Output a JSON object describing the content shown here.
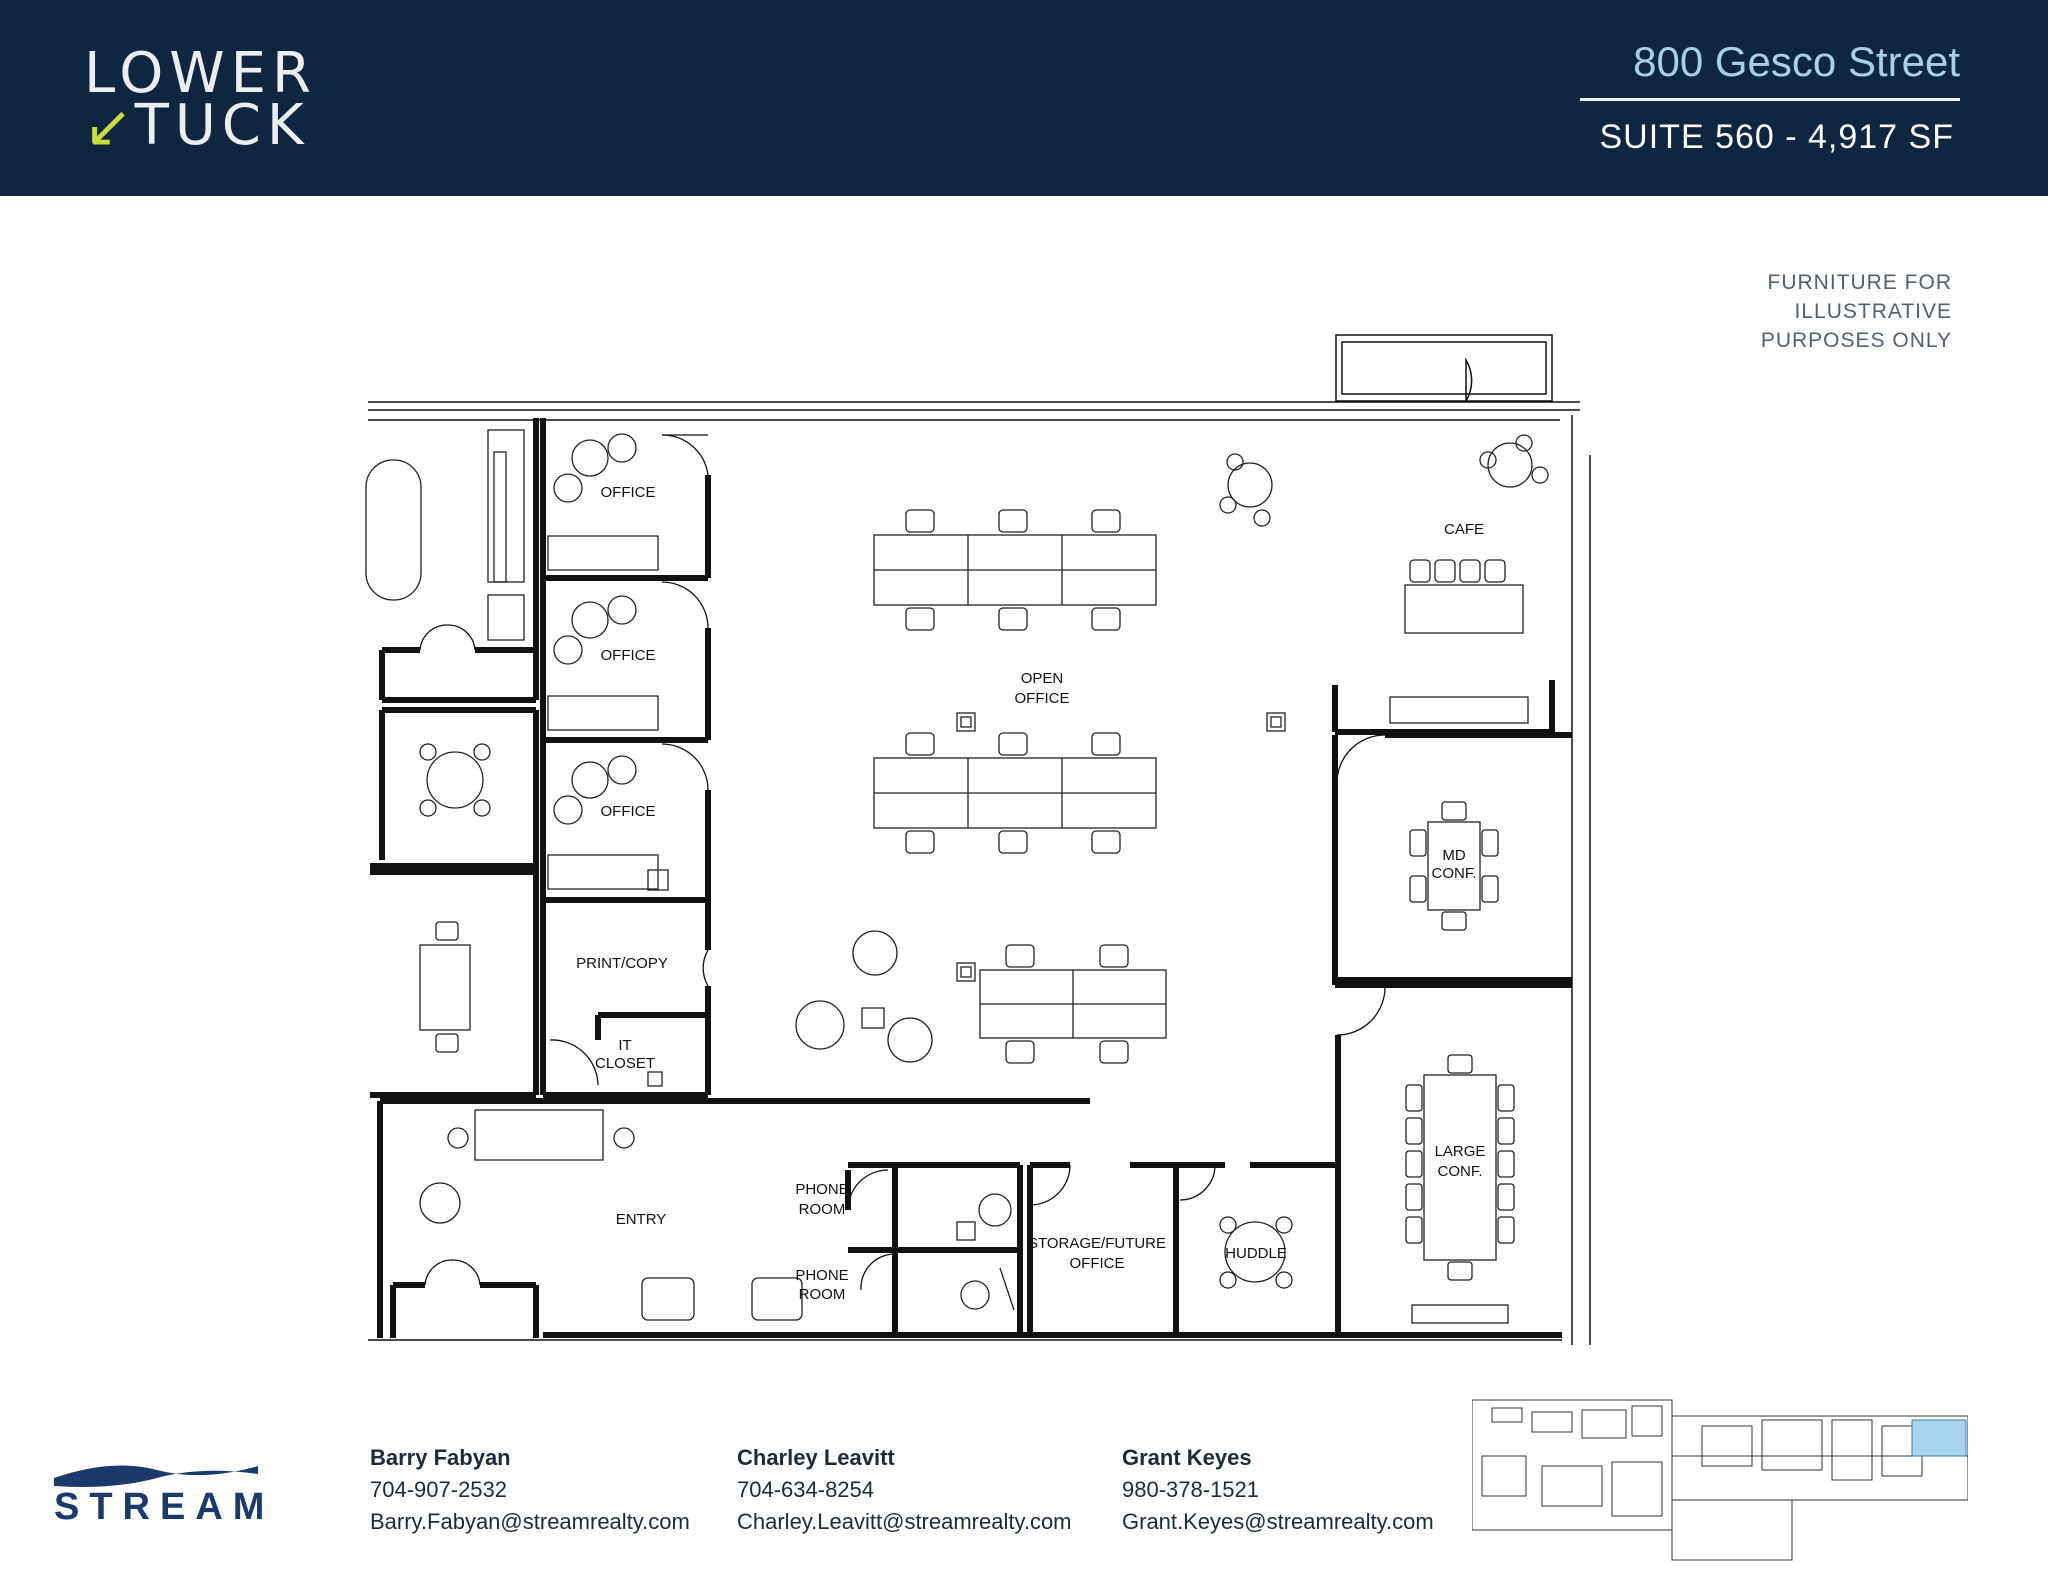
{
  "header": {
    "logo_line1": "LOWER",
    "logo_line2": "TUCK",
    "address": "800 Gesco Street",
    "suite": "SUITE 560 - 4,917 SF",
    "background_color": "#0e2640",
    "accent_color": "#c9dd3c"
  },
  "disclaimer": [
    "FURNITURE FOR",
    "ILLUSTRATIVE",
    "PURPOSES ONLY"
  ],
  "rooms": {
    "office_1": "OFFICE",
    "office_2": "OFFICE",
    "office_3": "OFFICE",
    "open_office": [
      "OPEN",
      "OFFICE"
    ],
    "cafe": "CAFE",
    "md_conf": [
      "MD",
      "CONF."
    ],
    "large_conf": [
      "LARGE",
      "CONF."
    ],
    "print_copy": "PRINT/COPY",
    "it_closet": [
      "IT",
      "CLOSET"
    ],
    "entry": "ENTRY",
    "phone_room_1": [
      "PHONE",
      "ROOM"
    ],
    "phone_room_2": [
      "PHONE",
      "ROOM"
    ],
    "storage": [
      "STORAGE/FUTURE",
      "OFFICE"
    ],
    "huddle": "HUDDLE"
  },
  "footer": {
    "brand": "STREAM",
    "contacts": [
      {
        "name": "Barry Fabyan",
        "phone": "704-907-2532",
        "email": "Barry.Fabyan@streamrealty.com"
      },
      {
        "name": "Charley Leavitt",
        "phone": "704-634-8254",
        "email": "Charley.Leavitt@streamrealty.com"
      },
      {
        "name": "Grant Keyes",
        "phone": "980-378-1521",
        "email": "Grant.Keyes@streamrealty.com"
      }
    ],
    "highlight_color": "#a9d4ee"
  }
}
